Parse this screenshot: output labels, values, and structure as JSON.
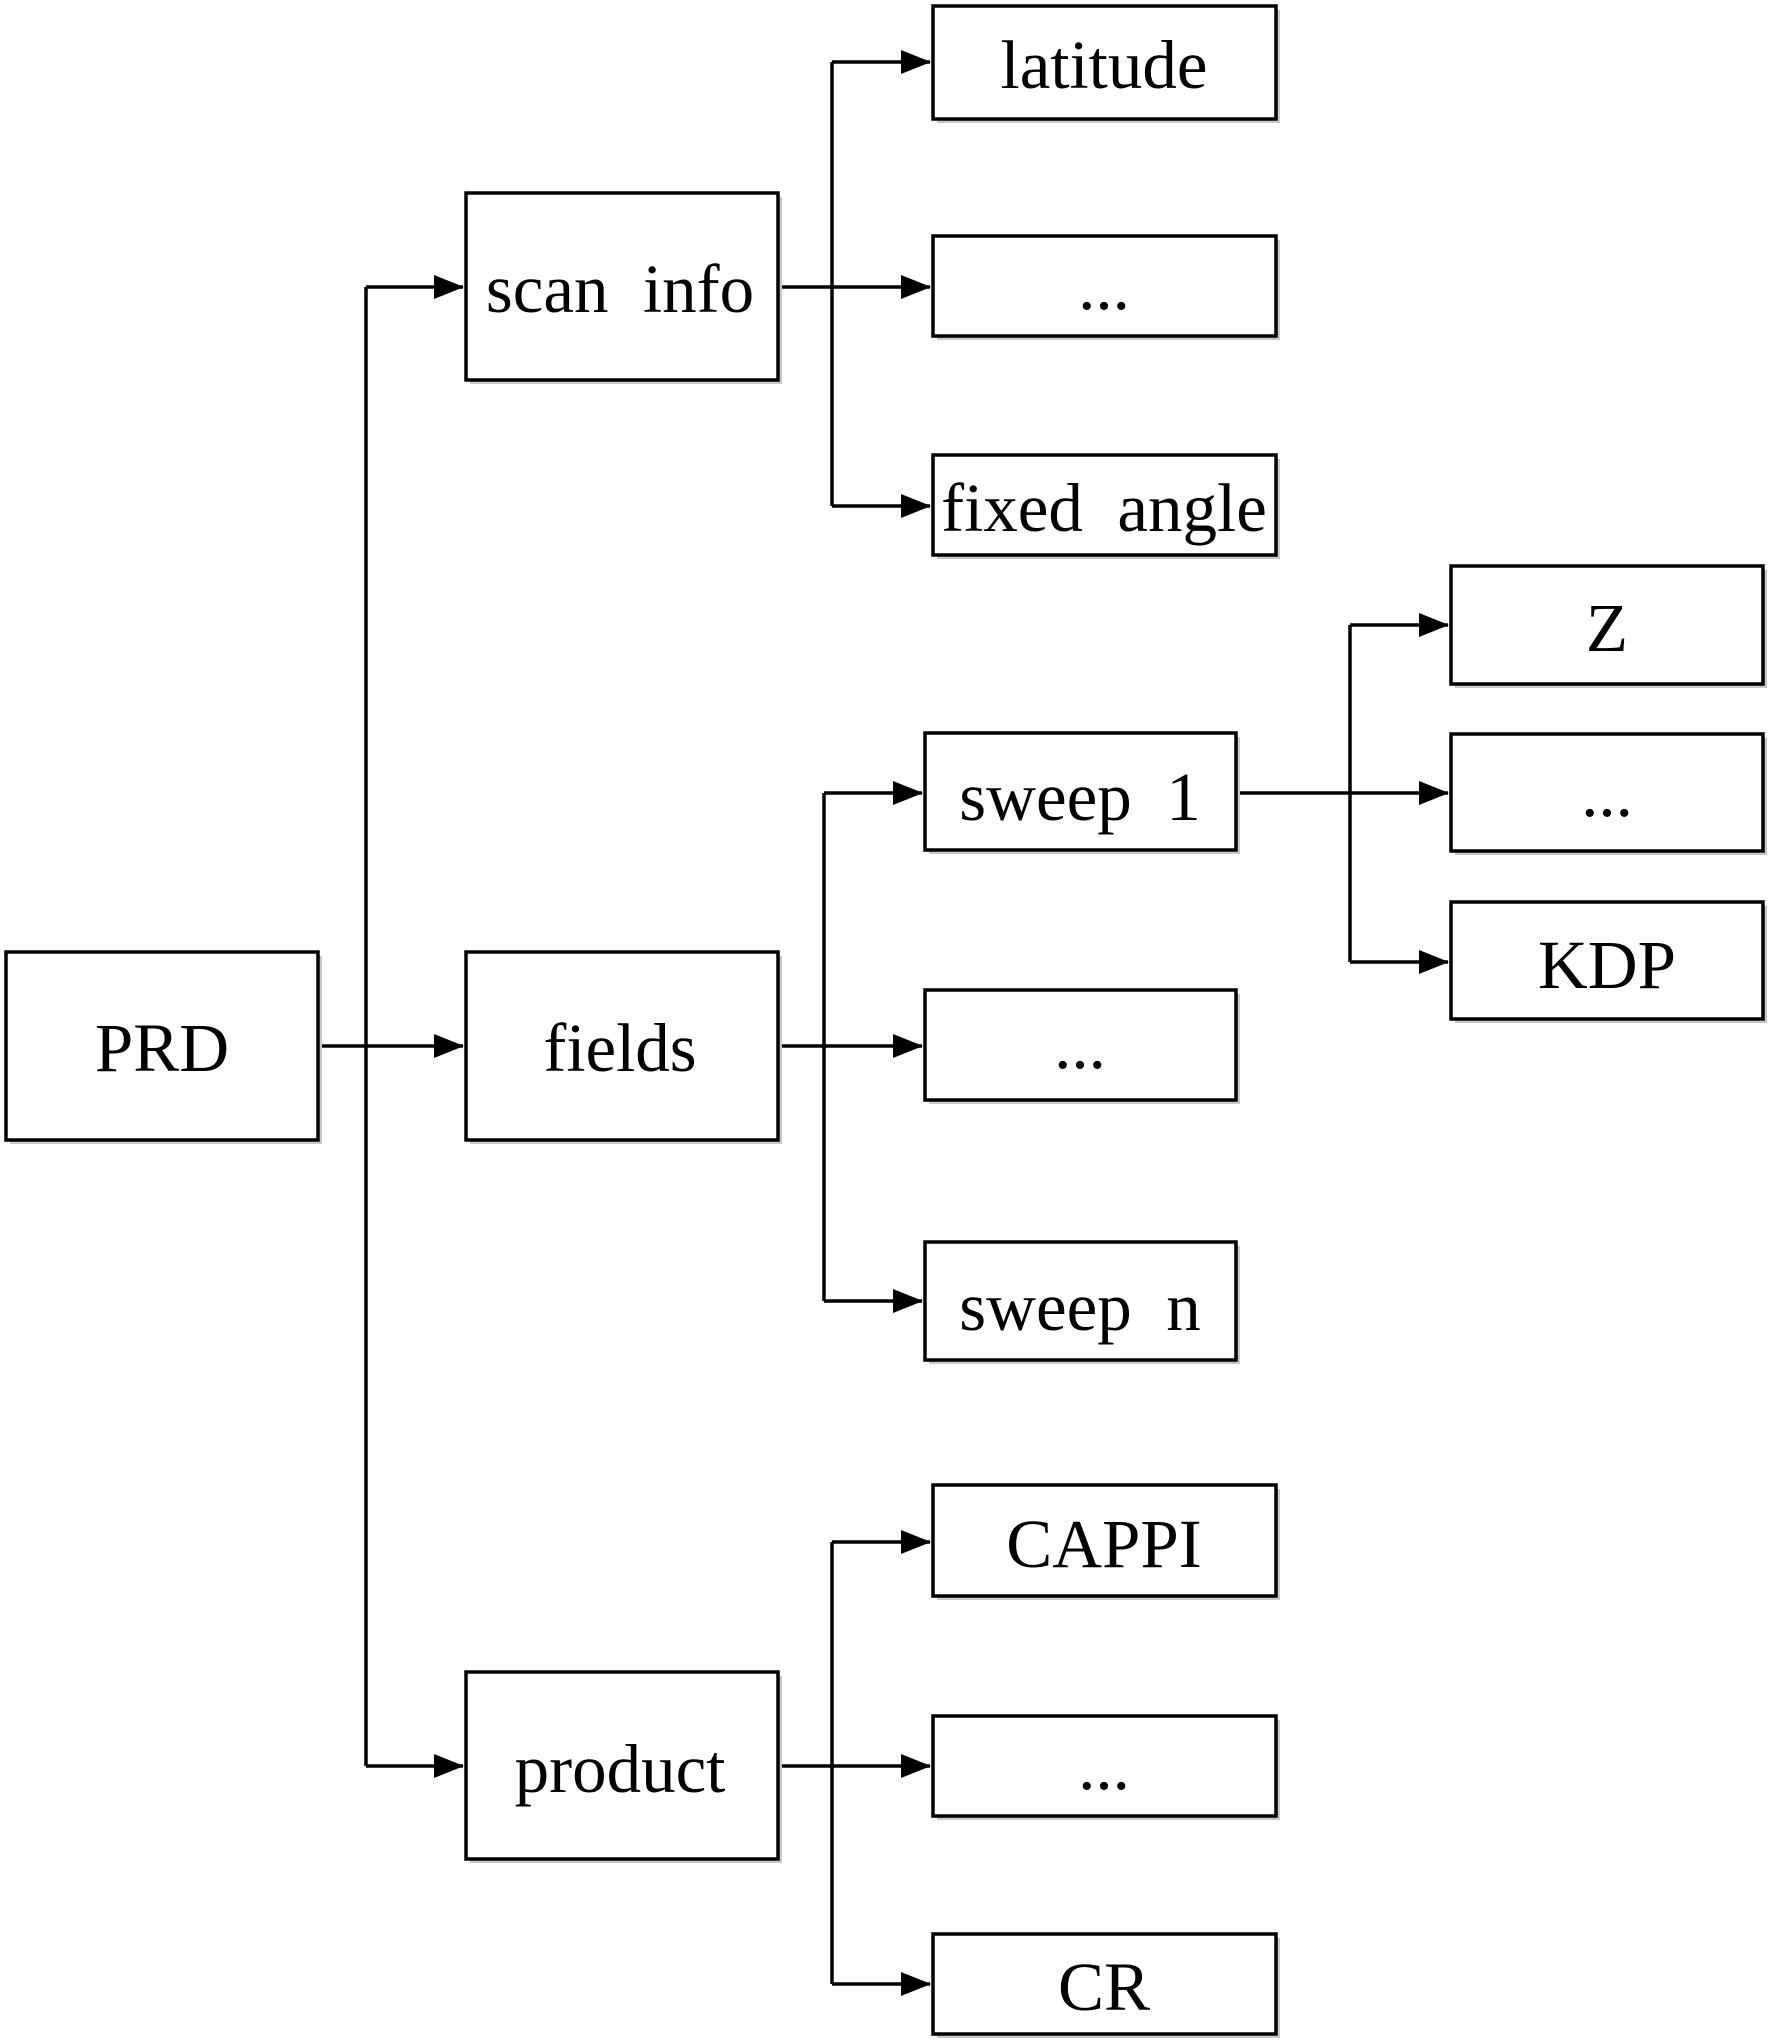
{
  "diagram": {
    "root": {
      "label": "PRD"
    },
    "groups": [
      {
        "label": "scan  info",
        "children": [
          {
            "label": "latitude"
          },
          {
            "label": "..."
          },
          {
            "label": "fixed  angle"
          }
        ]
      },
      {
        "label": "fields",
        "children": [
          {
            "label": "sweep  1",
            "children": [
              {
                "label": "Z"
              },
              {
                "label": "..."
              },
              {
                "label": "KDP"
              }
            ]
          },
          {
            "label": "..."
          },
          {
            "label": "sweep  n"
          }
        ]
      },
      {
        "label": "product",
        "children": [
          {
            "label": "CAPPI"
          },
          {
            "label": "..."
          },
          {
            "label": "CR"
          }
        ]
      }
    ]
  }
}
